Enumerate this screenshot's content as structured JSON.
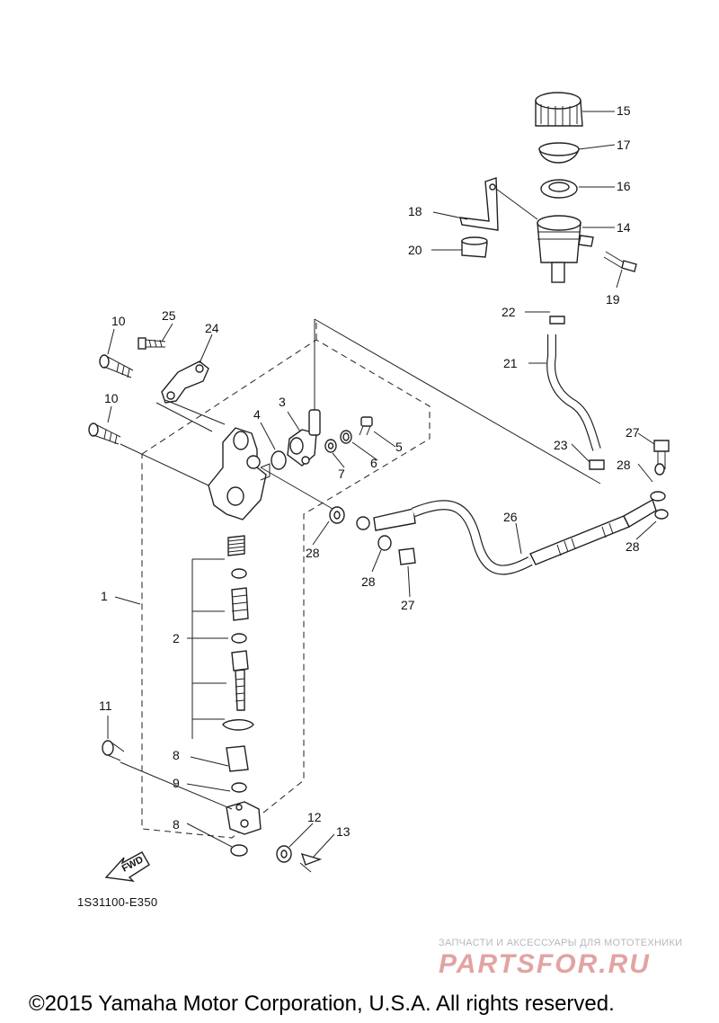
{
  "diagram": {
    "callouts": [
      {
        "id": "1",
        "text": "1"
      },
      {
        "id": "2",
        "text": "2"
      },
      {
        "id": "3",
        "text": "3"
      },
      {
        "id": "4",
        "text": "4"
      },
      {
        "id": "5",
        "text": "5"
      },
      {
        "id": "6",
        "text": "6"
      },
      {
        "id": "7",
        "text": "7"
      },
      {
        "id": "8a",
        "text": "8"
      },
      {
        "id": "8b",
        "text": "8"
      },
      {
        "id": "9",
        "text": "9"
      },
      {
        "id": "10a",
        "text": "10"
      },
      {
        "id": "10b",
        "text": "10"
      },
      {
        "id": "11",
        "text": "11"
      },
      {
        "id": "12",
        "text": "12"
      },
      {
        "id": "13",
        "text": "13"
      },
      {
        "id": "14",
        "text": "14"
      },
      {
        "id": "15",
        "text": "15"
      },
      {
        "id": "16",
        "text": "16"
      },
      {
        "id": "17",
        "text": "17"
      },
      {
        "id": "18",
        "text": "18"
      },
      {
        "id": "19",
        "text": "19"
      },
      {
        "id": "20",
        "text": "20"
      },
      {
        "id": "21",
        "text": "21"
      },
      {
        "id": "22",
        "text": "22"
      },
      {
        "id": "23",
        "text": "23"
      },
      {
        "id": "24",
        "text": "24"
      },
      {
        "id": "25",
        "text": "25"
      },
      {
        "id": "26",
        "text": "26"
      },
      {
        "id": "27a",
        "text": "27"
      },
      {
        "id": "27b",
        "text": "27"
      },
      {
        "id": "28a",
        "text": "28"
      },
      {
        "id": "28b",
        "text": "28"
      },
      {
        "id": "28c",
        "text": "28"
      },
      {
        "id": "28d",
        "text": "28"
      }
    ],
    "fwd_label": "FWD",
    "diagram_code": "1S31100-E350"
  },
  "watermark": {
    "tagline": "ЗАПЧАСТИ И АКСЕССУАРЫ ДЛЯ МОТОТЕХНИКИ",
    "logo": "PARTSFOR.RU"
  },
  "footer": {
    "copyright": "©2015 Yamaha Motor Corporation, U.S.A. All rights reserved."
  }
}
